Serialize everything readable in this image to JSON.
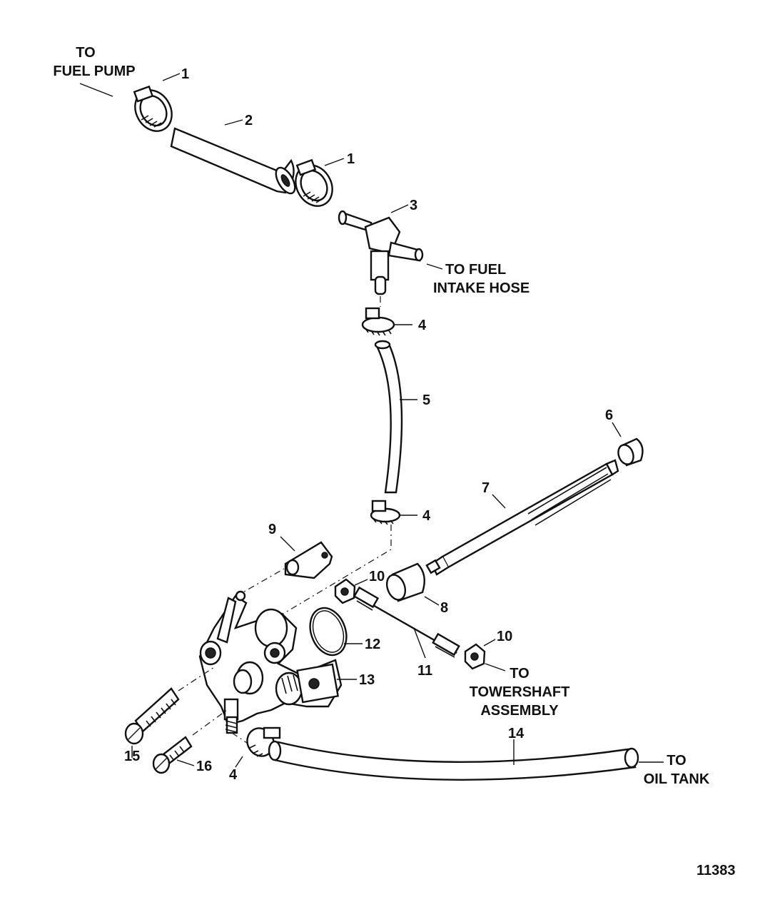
{
  "labels": {
    "fuel_pump_line1": "TO",
    "fuel_pump_line2": "FUEL PUMP",
    "fuel_intake_line1": "TO FUEL",
    "fuel_intake_line2": "INTAKE HOSE",
    "towershaft_line1": "TO",
    "towershaft_line2": "TOWERSHAFT",
    "towershaft_line3": "ASSEMBLY",
    "oil_tank_line1": "TO",
    "oil_tank_line2": "OIL TANK"
  },
  "callouts": {
    "c1a": "1",
    "c1b": "1",
    "c2": "2",
    "c3": "3",
    "c4a": "4",
    "c4b": "4",
    "c4c": "4",
    "c5": "5",
    "c6": "6",
    "c7": "7",
    "c8": "8",
    "c9": "9",
    "c10a": "10",
    "c10b": "10",
    "c11": "11",
    "c12": "12",
    "c13": "13",
    "c14": "14",
    "c15": "15",
    "c16": "16"
  },
  "figure_number": "11383"
}
